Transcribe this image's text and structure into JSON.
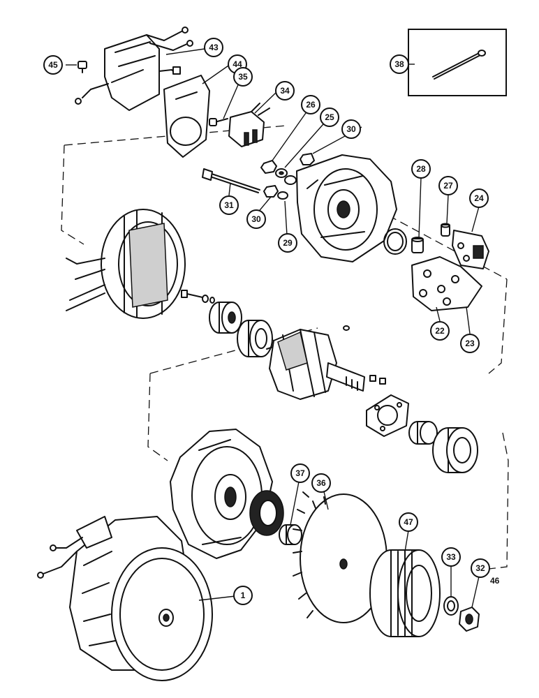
{
  "title": "",
  "diagram_type": "exploded parts view",
  "callouts": [
    {
      "id": "c1",
      "label": "1"
    },
    {
      "id": "c22",
      "label": "22"
    },
    {
      "id": "c23",
      "label": "23"
    },
    {
      "id": "c24",
      "label": "24"
    },
    {
      "id": "c25",
      "label": "25"
    },
    {
      "id": "c26",
      "label": "26"
    },
    {
      "id": "c27",
      "label": "27"
    },
    {
      "id": "c28",
      "label": "28"
    },
    {
      "id": "c29",
      "label": "29"
    },
    {
      "id": "c30a",
      "label": "30"
    },
    {
      "id": "c30b",
      "label": "30"
    },
    {
      "id": "c31",
      "label": "31"
    },
    {
      "id": "c32",
      "label": "32"
    },
    {
      "id": "c33",
      "label": "33"
    },
    {
      "id": "c34",
      "label": "34"
    },
    {
      "id": "c35",
      "label": "35"
    },
    {
      "id": "c36",
      "label": "36"
    },
    {
      "id": "c37",
      "label": "37"
    },
    {
      "id": "c38",
      "label": "38"
    },
    {
      "id": "c43",
      "label": "43"
    },
    {
      "id": "c44",
      "label": "44"
    },
    {
      "id": "c45",
      "label": "45"
    },
    {
      "id": "c47",
      "label": "47"
    }
  ],
  "extra_labels": {
    "l46": "46"
  }
}
